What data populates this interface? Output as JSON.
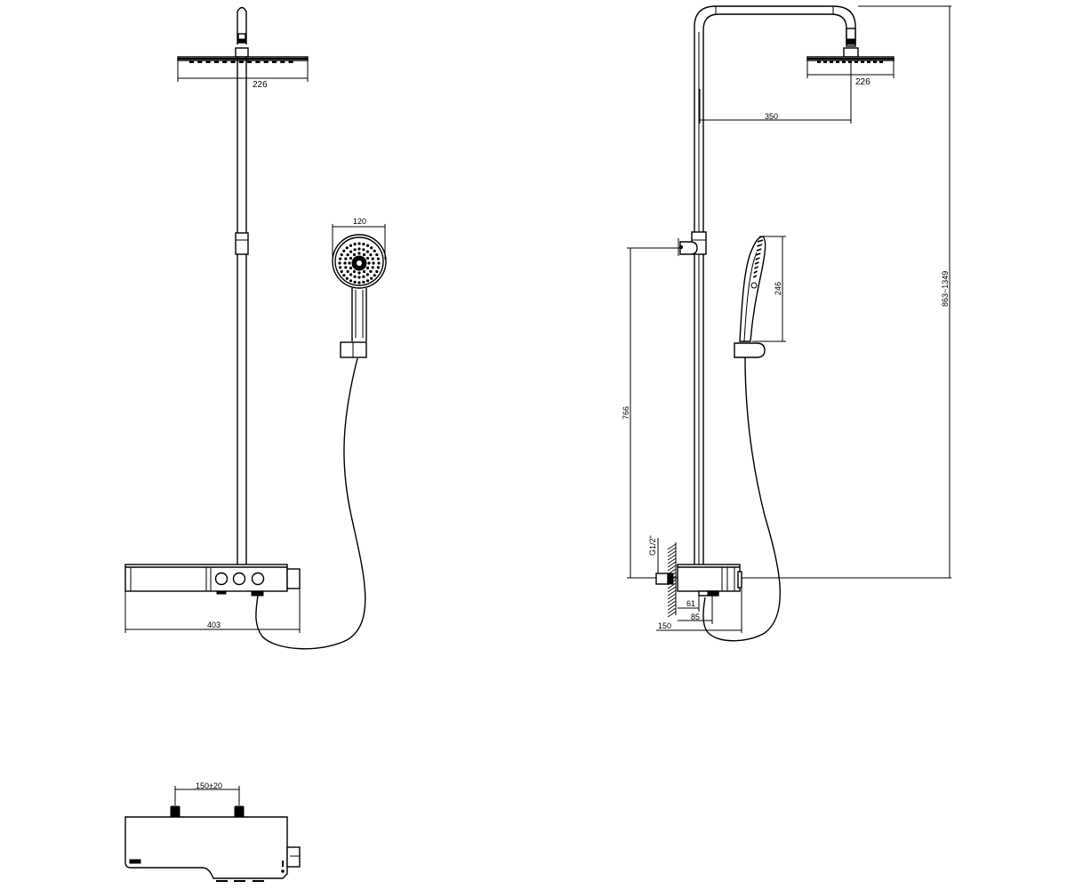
{
  "dimensions": {
    "front_head_width": "226",
    "handshower_diameter": "120",
    "mixer_width": "403",
    "side_head_width": "226",
    "arm_reach": "350",
    "hand_length": "246",
    "holder_height": "766",
    "total_height": "863~1349",
    "inlet_thread": "G1/2\"",
    "wall_61": "61",
    "wall_85": "85",
    "wall_150": "150",
    "inlet_spacing": "150±20"
  },
  "colors": {
    "line": "#000000",
    "background": "#ffffff"
  }
}
